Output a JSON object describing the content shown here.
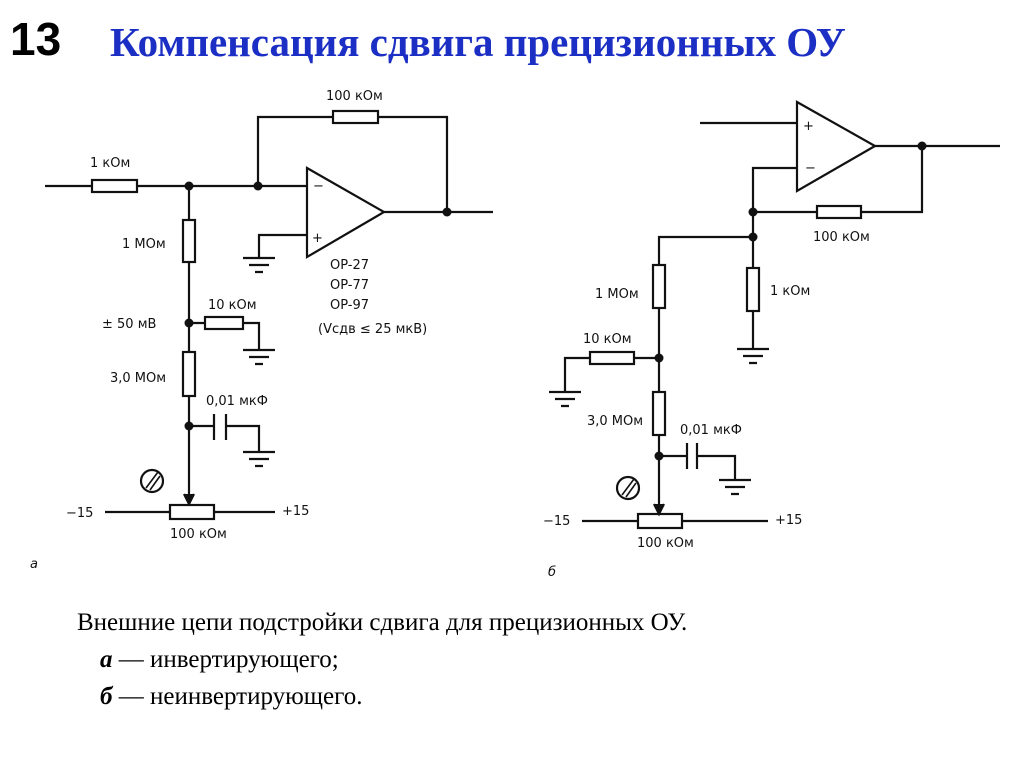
{
  "slide": {
    "number": "13",
    "title": "Компенсация сдвига прецизионных ОУ",
    "title_color": "#1c2fc4"
  },
  "circuit_a": {
    "label": "а",
    "r_input": "1 кОм",
    "r_feedback": "100 кОм",
    "r_1m": "1 МОм",
    "node_voltage": "± 50 мВ",
    "r_10k": "10 кОм",
    "r_3m": "3,0 МОм",
    "capacitor": "0,01 мкФ",
    "pot": "100 кОм",
    "supply_neg": "−15",
    "supply_pos": "+15",
    "opamp_minus": "−",
    "opamp_plus": "+",
    "opamp_models": [
      "OP-27",
      "OP-77",
      "OP-97"
    ],
    "offset_spec": "(Vсдв ≤ 25 мкВ)"
  },
  "circuit_b": {
    "label": "б",
    "r_feedback": "100 кОм",
    "r_1k": "1 кОм",
    "r_1m": "1 МОм",
    "r_10k": "10 кОм",
    "r_3m": "3,0 МОм",
    "capacitor": "0,01 мкФ",
    "pot": "100 кОм",
    "supply_neg": "−15",
    "supply_pos": "+15",
    "opamp_minus": "−",
    "opamp_plus": "+"
  },
  "caption": {
    "line1": "Внешние цепи подстройки сдвига для прецизионных ОУ.",
    "a_letter": "а",
    "a_text": " — инвертирующего;",
    "b_letter": "б",
    "b_text": " — неинвертирующего."
  }
}
